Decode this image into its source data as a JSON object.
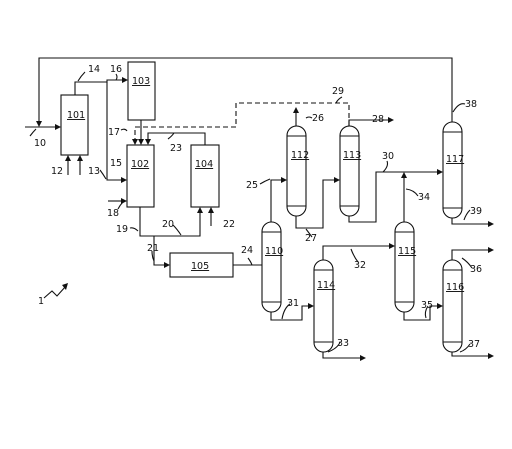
{
  "figure_ref": "1",
  "units": {
    "u101": "101",
    "u102": "102",
    "u103": "103",
    "u104": "104",
    "u105": "105",
    "u110": "110",
    "u112": "112",
    "u113": "113",
    "u114": "114",
    "u115": "115",
    "u116": "116",
    "u117": "117"
  },
  "streams": {
    "s10": "10",
    "s12": "12",
    "s13": "13",
    "s14": "14",
    "s15": "15",
    "s16": "16",
    "s17": "17",
    "s18": "18",
    "s19": "19",
    "s20": "20",
    "s21": "21",
    "s22": "22",
    "s23": "23",
    "s24": "24",
    "s25": "25",
    "s26": "26",
    "s27": "27",
    "s28": "28",
    "s29": "29",
    "s30": "30",
    "s31": "31",
    "s32": "32",
    "s33": "33",
    "s34": "34",
    "s35": "35",
    "s36": "36",
    "s37": "37",
    "s38": "38",
    "s39": "39"
  }
}
